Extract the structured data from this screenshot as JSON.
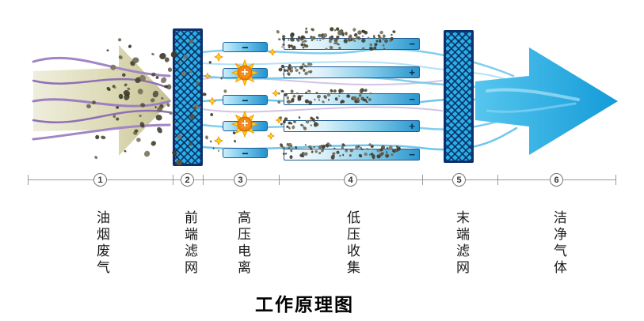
{
  "title": "工作原理图",
  "stages": [
    {
      "num": "1",
      "label": "油烟废气"
    },
    {
      "num": "2",
      "label": "前端滤网"
    },
    {
      "num": "3",
      "label": "高压电离"
    },
    {
      "num": "4",
      "label": "低压收集"
    },
    {
      "num": "5",
      "label": "末端滤网"
    },
    {
      "num": "6",
      "label": "洁净气体"
    }
  ],
  "ionizer": {
    "bars": [
      {
        "symbol": "−"
      },
      {
        "symbol": "+"
      },
      {
        "symbol": "−"
      },
      {
        "symbol": "+"
      },
      {
        "symbol": "−"
      }
    ]
  },
  "collectors": [
    {
      "symbol": "−"
    },
    {
      "symbol": "+"
    },
    {
      "symbol": "−"
    },
    {
      "symbol": "+"
    },
    {
      "symbol": "−"
    }
  ],
  "colors": {
    "dirty_arrow": "#d6d3ac",
    "clean_arrow": "#29abe2",
    "filter_fill": "#29b0e6",
    "filter_border": "#0d2f6e",
    "smoke_line": "#9d7fc0",
    "clean_line": "#74c8ec",
    "spark": "#ff8c00"
  }
}
